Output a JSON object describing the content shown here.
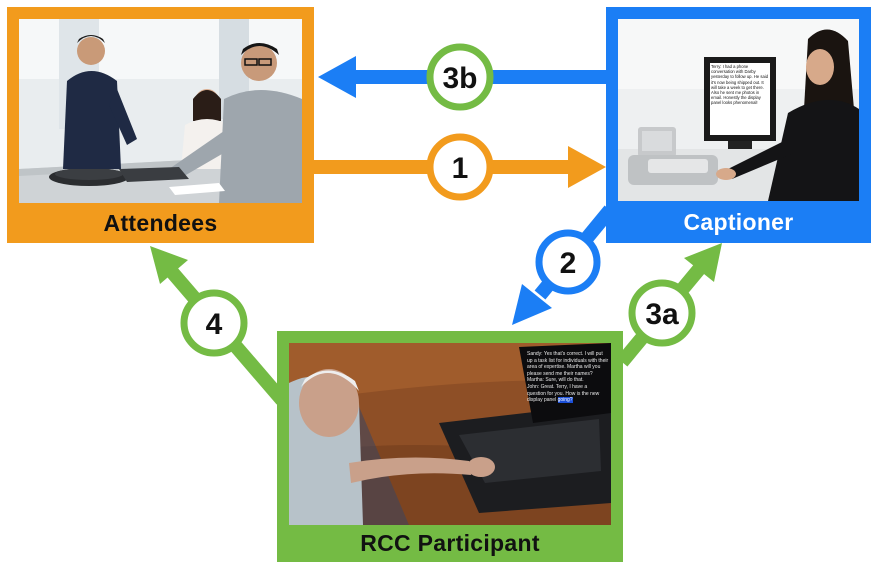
{
  "nodes": {
    "attendees": {
      "label": "Attendees",
      "color": "#f29b1d"
    },
    "captioner": {
      "label": "Captioner",
      "color": "#1b7ef5"
    },
    "rcc": {
      "label": "RCC Participant",
      "color": "#74bb44"
    }
  },
  "steps": {
    "s1": {
      "label": "1",
      "from": "attendees",
      "to": "captioner",
      "color": "#f29b1d"
    },
    "s2": {
      "label": "2",
      "from": "captioner",
      "to": "rcc",
      "color": "#1b7ef5"
    },
    "s3a": {
      "label": "3a",
      "from": "rcc",
      "to": "captioner",
      "color": "#74bb44"
    },
    "s3b": {
      "label": "3b",
      "from": "captioner",
      "to": "attendees",
      "color": "#1b7ef5"
    },
    "s4": {
      "label": "4",
      "from": "rcc",
      "to": "attendees",
      "color": "#74bb44"
    }
  },
  "captioner_screen": {
    "text": "Terry: I had a phone conversation with Darby yesterday to follow up. He said it's now being shipped out. It will take a week to get there. Also he sent me photos in email. Honestly the display panel looks phenomenal!"
  },
  "rcc_screen": {
    "lines": [
      "Sandy: Yes that's correct. I will put",
      "up a task list for individuals with their",
      "area of expertise. Martha will you",
      "please send me their names?",
      "Martha: Sure, will do that.",
      "John: Great. Terry, I have a",
      "question for you. How is the new",
      "display panel going?"
    ],
    "highlight": "going?"
  }
}
